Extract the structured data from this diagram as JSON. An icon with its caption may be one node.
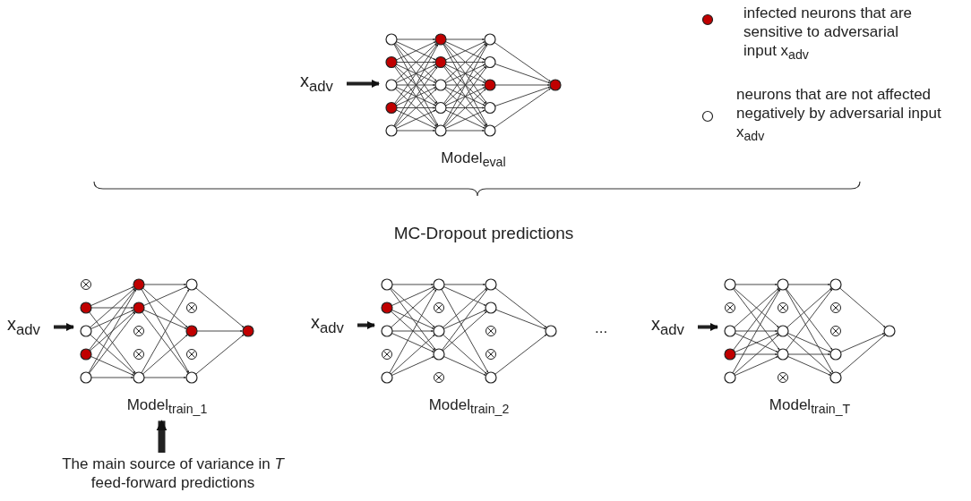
{
  "diagram": {
    "nodes": [
      {
        "text": [
          "x$_{adv}$"
        ]
      },
      {
        "text": [
          "Model$_{eval}$"
        ]
      },
      {
        "text": [
          "x$_{adv}$"
        ]
      },
      {
        "text": [
          "Model$_{train_1}$"
        ]
      },
      {
        "text": [
          "x$_{adv}$"
        ]
      },
      {
        "text": [
          "Model$_{train_2}$"
        ]
      },
      {
        "text": [
          "x$_{adv}$"
        ]
      },
      {
        "text": [
          "Model$_{train_T}$"
        ]
      },
      {
        "text": [
          "The main source of variance in *T* feed-forward predictions"
        ]
      }
    ],
    "edges": [
      {
        "from": 0,
        "to": 1,
        "arrow": "to"
      },
      {
        "from": 2,
        "to": 3,
        "arrow": "to"
      },
      {
        "from": 4,
        "to": 5,
        "arrow": "to"
      },
      {
        "from": 6,
        "to": 7,
        "arrow": "to"
      },
      {
        "from": 8,
        "to": 3,
        "arrow": "to",
        "style": "thick"
      }
    ],
    "labels": [
      "MC-Dropout predictions",
      "..."
    ],
    "legend": [
      {
        "text": "infected neurons that are sensitive to adversarial input x$_{adv}$",
        "color": "#c00000"
      },
      {
        "text": "neurons that are not affected negatively by adversarial input x$_{adv}$",
        "color": "#ffffff"
      }
    ]
  }
}
